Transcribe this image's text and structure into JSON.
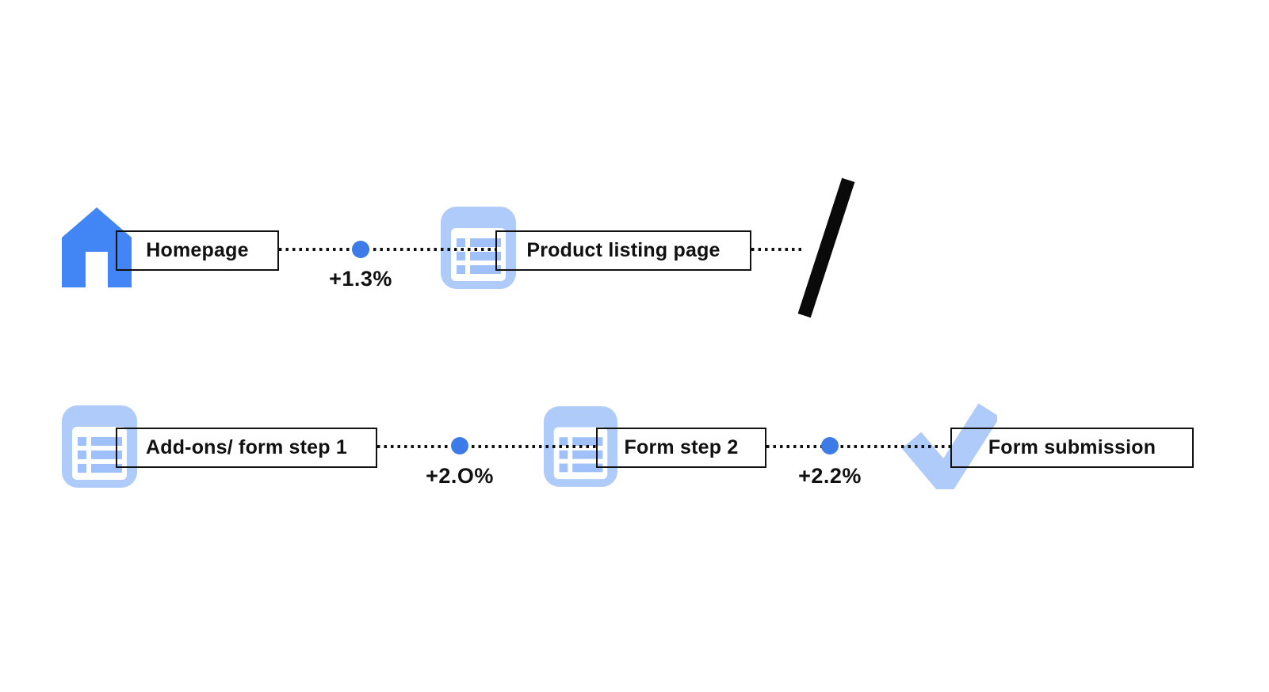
{
  "colors": {
    "accent_blue": "#4285F4",
    "light_blue": "#AECBFA",
    "row_blue": "#9FC0F8",
    "dot_blue": "#3D7CE8",
    "ink": "#111111",
    "paper": "#ffffff"
  },
  "flow": {
    "rows": [
      {
        "steps": [
          {
            "icon": "home-icon",
            "label": "Homepage"
          },
          {
            "icon": "list-icon",
            "label": "Product listing page"
          }
        ],
        "deltas": [
          "+1.3%"
        ],
        "continuation": "slash-page-break"
      },
      {
        "steps": [
          {
            "icon": "list-icon",
            "label": "Add-ons/ form step 1"
          },
          {
            "icon": "list-icon",
            "label": "Form step 2"
          },
          {
            "icon": "check-icon",
            "label": "Form submission"
          }
        ],
        "deltas": [
          "+2.O%",
          "+2.2%"
        ]
      }
    ]
  }
}
